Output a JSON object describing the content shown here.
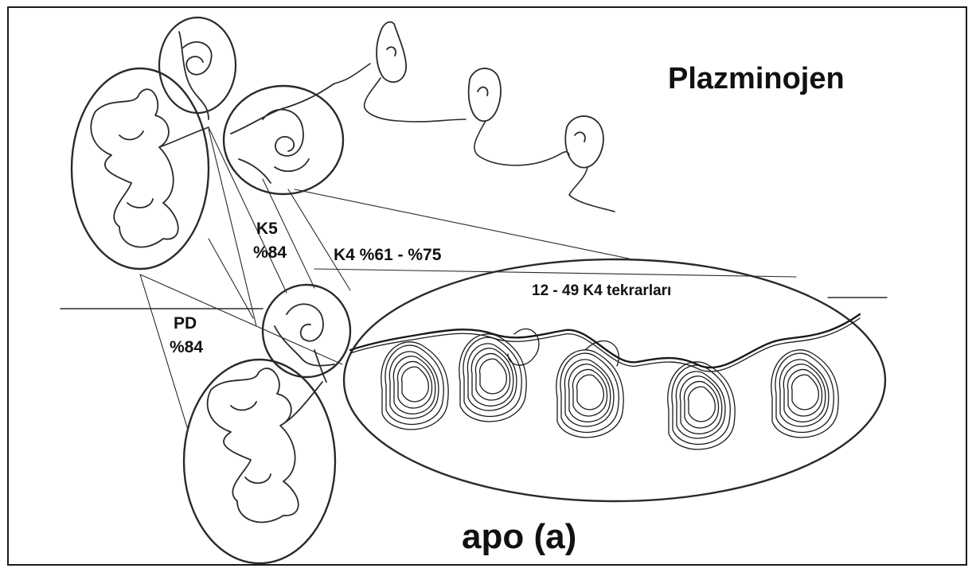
{
  "labels": {
    "title_top": "Plazminojen",
    "title_bottom": "apo (a)",
    "repeats": "12 - 49 K4 tekrarları",
    "k4": "K4 %61 - %75",
    "k5_name": "K5",
    "k5_value": "%84",
    "pd_name": "PD",
    "pd_value": "%84"
  },
  "colors": {
    "ink": "#111111",
    "line": "#2a2a2a",
    "background": "#ffffff"
  }
}
